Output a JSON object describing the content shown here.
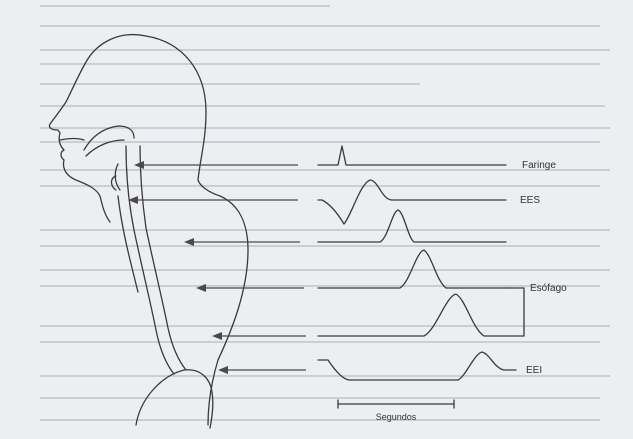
{
  "diagram": {
    "labels": {
      "faringe": "Faringe",
      "ees": "EES",
      "esofago": "Esófago",
      "eei": "EEI",
      "time_axis": "Segundos"
    }
  }
}
